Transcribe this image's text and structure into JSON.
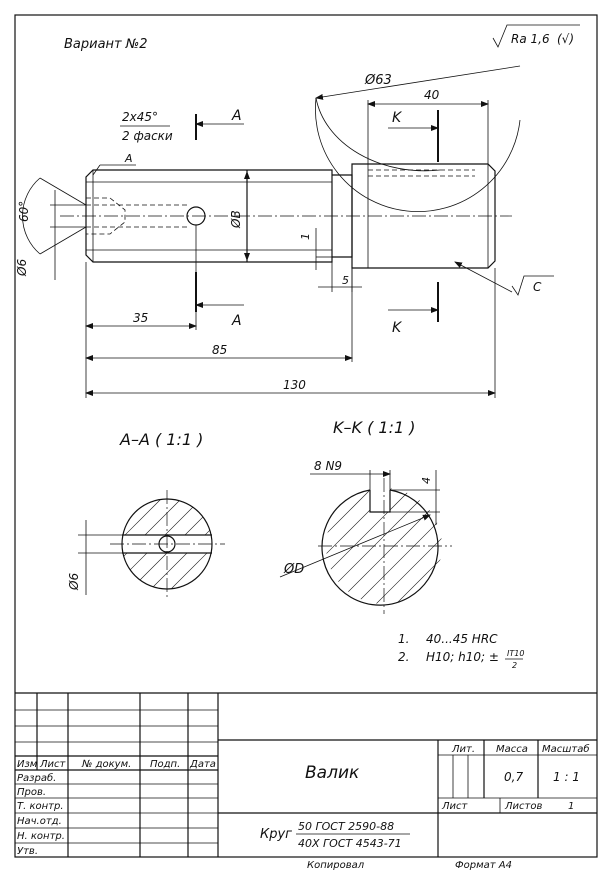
{
  "header": {
    "variant": "Вариант №2",
    "roughness": "Ra 1,6",
    "roughness_suffix": "(√)"
  },
  "dimensions": {
    "chamfer_line1": "2x45°",
    "chamfer_line2": "2 фаски",
    "leader_a": "A",
    "angle": "60°",
    "dia_left": "Ø6",
    "dia_b": "ØB",
    "dia_63": "Ø63",
    "len_40": "40",
    "len_1": "1",
    "len_5": "5",
    "len_35": "35",
    "len_85": "85",
    "len_130": "130",
    "surface_c": "C"
  },
  "cut_labels": {
    "a_top": "A",
    "a_bottom": "A",
    "k_top": "K",
    "k_bottom": "K"
  },
  "sections": {
    "aa_title": "A–A ( 1:1 )",
    "kk_title": "K–K ( 1:1 )",
    "aa_dia": "Ø6",
    "kk_keyway": "8 N9",
    "kk_depth": "4",
    "kk_dia": "ØD"
  },
  "notes": {
    "n1_num": "1.",
    "n1_text": "40...45 HRC",
    "n2_num": "2.",
    "n2_text": "H10; h10; ±",
    "n2_frac_top": "IT10",
    "n2_frac_bottom": "2"
  },
  "title_block": {
    "col_izm": "Изм",
    "col_list": "Лист",
    "col_doc": "№ докум.",
    "col_sign": "Подп.",
    "col_date": "Дата",
    "row_razrab": "Разраб.",
    "row_prov": "Пров.",
    "row_tkontr": "Т. контр.",
    "row_nachotd": "Нач.отд.",
    "row_nkontr": "Н. контр.",
    "row_utv": "Утв.",
    "part_name": "Валик",
    "lit_label": "Лит.",
    "mass_label": "Масса",
    "scale_label": "Масштаб",
    "mass_value": "0,7",
    "scale_value": "1 : 1",
    "sheet_label": "Лист",
    "sheets_label": "Листов",
    "sheets_value": "1",
    "material_prefix": "Круг",
    "material_top": "50 ГОСТ 2590-88",
    "material_bottom": "40X ГОСТ 4543-71"
  },
  "footer": {
    "copied": "Копировал",
    "format": "Формат А4"
  }
}
